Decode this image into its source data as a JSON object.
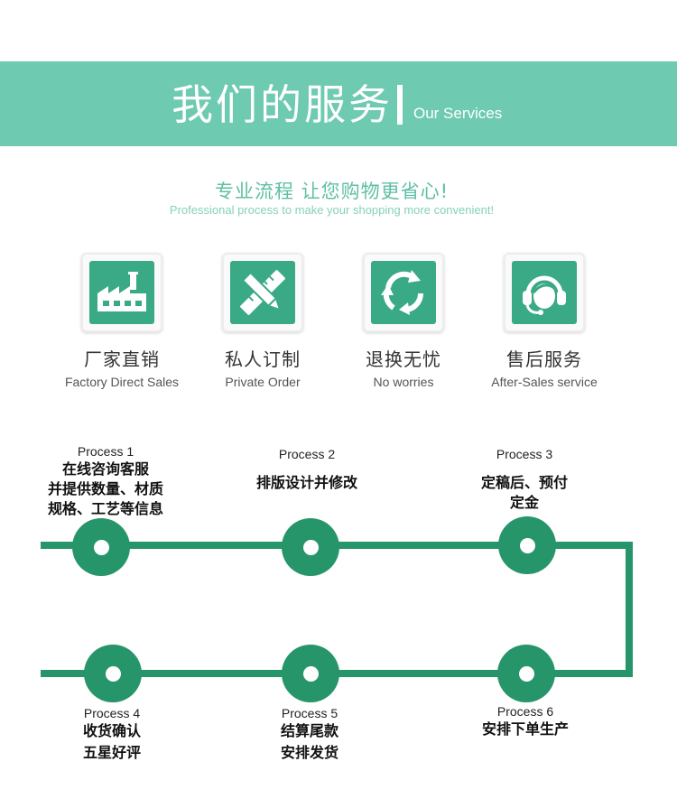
{
  "header": {
    "title": "我们的服务",
    "subtitle": "Our Services"
  },
  "tagline": {
    "cn": "专业流程 让您购物更省心!",
    "en": "Professional process to make your shopping more convenient!"
  },
  "features": [
    {
      "icon": "factory-icon",
      "cn": "厂家直销",
      "en": "Factory Direct Sales"
    },
    {
      "icon": "pencil-ruler-icon",
      "cn": "私人订制",
      "en": "Private Order"
    },
    {
      "icon": "recycle-arrows-icon",
      "cn": "退换无忧",
      "en": "No worries"
    },
    {
      "icon": "headset-agent-icon",
      "cn": "售后服务",
      "en": "After-Sales service"
    }
  ],
  "process": [
    {
      "label": "Process 1",
      "lines": [
        "在线咨询客服",
        "并提供数量、材质",
        "规格、工艺等信息"
      ]
    },
    {
      "label": "Process 2",
      "lines": [
        "排版设计并修改"
      ]
    },
    {
      "label": "Process 3",
      "lines": [
        "定稿后、预付",
        "定金"
      ]
    },
    {
      "label": "Process 4",
      "lines": [
        "收货确认",
        "五星好评"
      ]
    },
    {
      "label": "Process 5",
      "lines": [
        "结算尾款",
        "安排发货"
      ]
    },
    {
      "label": "Process 6",
      "lines": [
        "安排下单生产"
      ]
    }
  ],
  "colors": {
    "banner": "#6ecab0",
    "track": "#27956a",
    "icon_tile": "#3aa985"
  }
}
